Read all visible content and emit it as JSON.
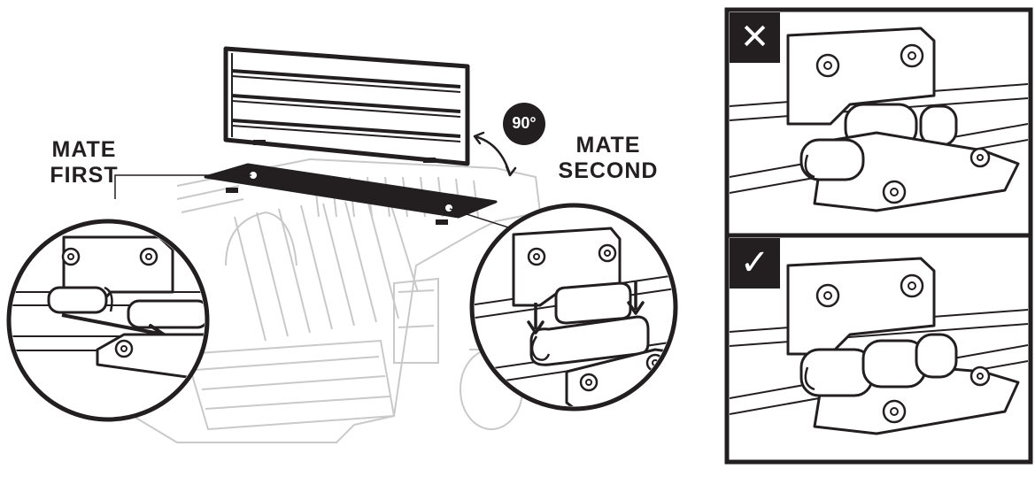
{
  "labels": {
    "mate_first_line1": "MATE",
    "mate_first_line2": "FIRST",
    "mate_second_line1": "MATE",
    "mate_second_line2": "SECOND",
    "angle": "90°"
  },
  "panels": {
    "wrong_mark": "✕",
    "correct_mark": "✓"
  },
  "colors": {
    "ink": "#231f20",
    "truck_gray": "#c8c8c8",
    "badge": "#231f20",
    "background": "#ffffff"
  }
}
